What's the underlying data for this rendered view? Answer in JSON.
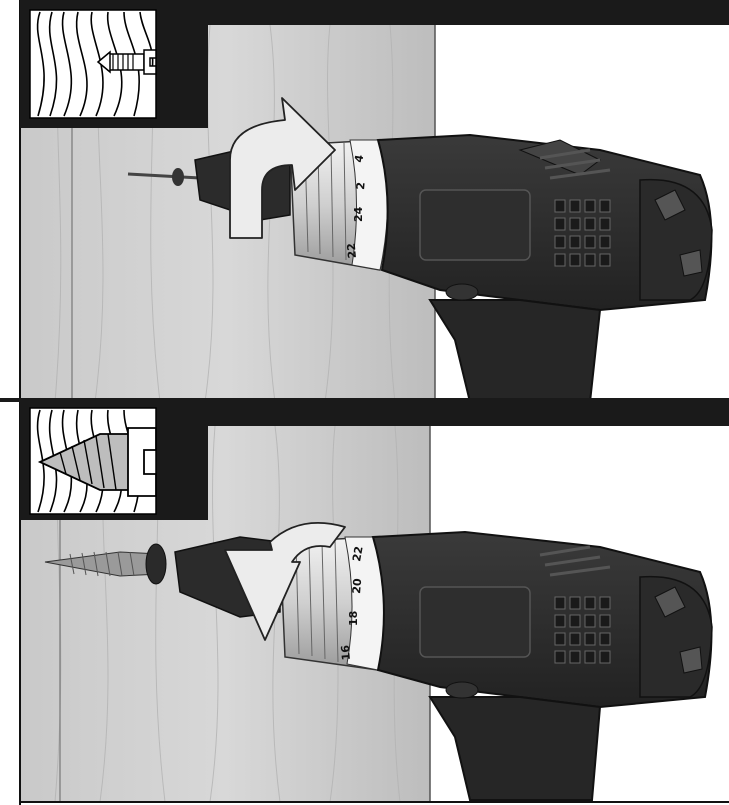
{
  "panels": [
    {
      "id": "top",
      "clutch_numbers": [
        "4",
        "2",
        "24",
        "22"
      ],
      "arrow_direction": "clockwise",
      "inset_icon": "screw-pilot-icon"
    },
    {
      "id": "bottom",
      "clutch_numbers": [
        "22",
        "20",
        "18",
        "16"
      ],
      "arrow_direction": "counterclockwise",
      "inset_icon": "screw-driven-icon"
    }
  ]
}
